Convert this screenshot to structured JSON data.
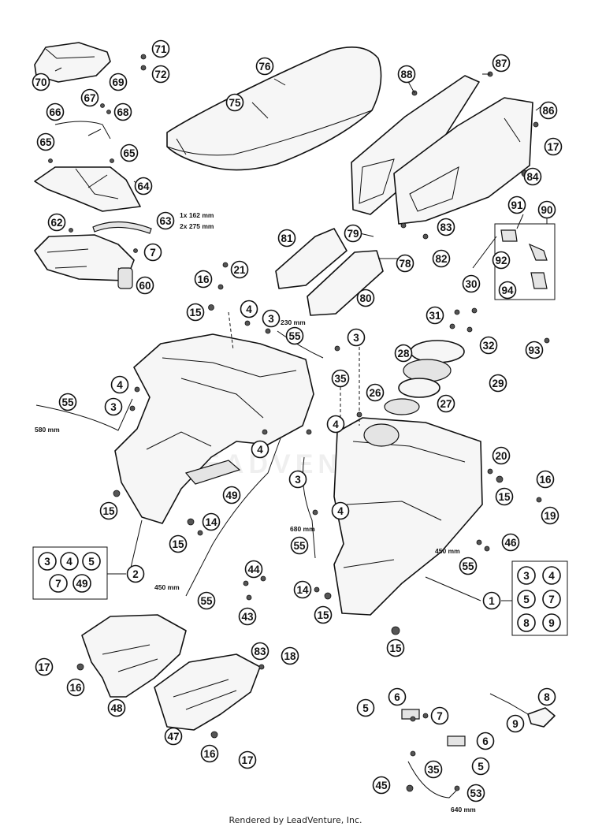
{
  "footer": {
    "credit": "Rendered by LeadVenture, Inc."
  },
  "watermark": "LEADVENTURE",
  "callouts": [
    {
      "id": "c71",
      "label": "71"
    },
    {
      "id": "c72",
      "label": "72"
    },
    {
      "id": "c70",
      "label": "70"
    },
    {
      "id": "c69",
      "label": "69"
    },
    {
      "id": "c67",
      "label": "67"
    },
    {
      "id": "c68",
      "label": "68"
    },
    {
      "id": "c66",
      "label": "66"
    },
    {
      "id": "c76",
      "label": "76"
    },
    {
      "id": "c75",
      "label": "75"
    },
    {
      "id": "c88",
      "label": "88"
    },
    {
      "id": "c87",
      "label": "87"
    },
    {
      "id": "c86",
      "label": "86"
    },
    {
      "id": "c17a",
      "label": "17"
    },
    {
      "id": "c65a",
      "label": "65"
    },
    {
      "id": "c65b",
      "label": "65"
    },
    {
      "id": "c64",
      "label": "64"
    },
    {
      "id": "c84",
      "label": "84"
    },
    {
      "id": "c63",
      "label": "63"
    },
    {
      "id": "c62",
      "label": "62"
    },
    {
      "id": "c7a",
      "label": "7"
    },
    {
      "id": "c60",
      "label": "60"
    },
    {
      "id": "c81",
      "label": "81"
    },
    {
      "id": "c79",
      "label": "79"
    },
    {
      "id": "c83",
      "label": "83"
    },
    {
      "id": "c82",
      "label": "82"
    },
    {
      "id": "c78",
      "label": "78"
    },
    {
      "id": "c91",
      "label": "91"
    },
    {
      "id": "c90",
      "label": "90"
    },
    {
      "id": "c92",
      "label": "92"
    },
    {
      "id": "c94",
      "label": "94"
    },
    {
      "id": "c21",
      "label": "21"
    },
    {
      "id": "c16a",
      "label": "16"
    },
    {
      "id": "c80",
      "label": "80"
    },
    {
      "id": "c30",
      "label": "30"
    },
    {
      "id": "c15a",
      "label": "15"
    },
    {
      "id": "c4a",
      "label": "4"
    },
    {
      "id": "c3a",
      "label": "3"
    },
    {
      "id": "c55a",
      "label": "55"
    },
    {
      "id": "c3b",
      "label": "3"
    },
    {
      "id": "c31",
      "label": "31"
    },
    {
      "id": "c32",
      "label": "32"
    },
    {
      "id": "c93",
      "label": "93"
    },
    {
      "id": "c35a",
      "label": "35"
    },
    {
      "id": "c28",
      "label": "28"
    },
    {
      "id": "c29",
      "label": "29"
    },
    {
      "id": "c4b",
      "label": "4"
    },
    {
      "id": "c55b",
      "label": "55"
    },
    {
      "id": "c3c",
      "label": "3"
    },
    {
      "id": "c26",
      "label": "26"
    },
    {
      "id": "c27",
      "label": "27"
    },
    {
      "id": "c4c",
      "label": "4"
    },
    {
      "id": "c4d",
      "label": "4"
    },
    {
      "id": "c20",
      "label": "20"
    },
    {
      "id": "c16b",
      "label": "16"
    },
    {
      "id": "c15b",
      "label": "15"
    },
    {
      "id": "c3d",
      "label": "3"
    },
    {
      "id": "c15c",
      "label": "15"
    },
    {
      "id": "c49a",
      "label": "49"
    },
    {
      "id": "c4e",
      "label": "4"
    },
    {
      "id": "c19",
      "label": "19"
    },
    {
      "id": "c14a",
      "label": "14"
    },
    {
      "id": "c15d",
      "label": "15"
    },
    {
      "id": "c55c",
      "label": "55"
    },
    {
      "id": "c46",
      "label": "46"
    },
    {
      "id": "c2",
      "label": "2"
    },
    {
      "id": "c55d",
      "label": "55"
    },
    {
      "id": "c44",
      "label": "44"
    },
    {
      "id": "c14b",
      "label": "14"
    },
    {
      "id": "c15e",
      "label": "15"
    },
    {
      "id": "c1",
      "label": "1"
    },
    {
      "id": "c43",
      "label": "43"
    },
    {
      "id": "c55e",
      "label": "55"
    },
    {
      "id": "c15f",
      "label": "15"
    },
    {
      "id": "c83b",
      "label": "83"
    },
    {
      "id": "c18",
      "label": "18"
    },
    {
      "id": "c17b",
      "label": "17"
    },
    {
      "id": "c16c",
      "label": "16"
    },
    {
      "id": "c48",
      "label": "48"
    },
    {
      "id": "c6a",
      "label": "6"
    },
    {
      "id": "c8",
      "label": "8"
    },
    {
      "id": "c5a",
      "label": "5"
    },
    {
      "id": "c7b",
      "label": "7"
    },
    {
      "id": "c9",
      "label": "9"
    },
    {
      "id": "c47",
      "label": "47"
    },
    {
      "id": "c16d",
      "label": "16"
    },
    {
      "id": "c17c",
      "label": "17"
    },
    {
      "id": "c6b",
      "label": "6"
    },
    {
      "id": "c5b",
      "label": "5"
    },
    {
      "id": "c35b",
      "label": "35"
    },
    {
      "id": "c45",
      "label": "45"
    },
    {
      "id": "c53",
      "label": "53"
    }
  ],
  "kits": [
    {
      "id": "kit2",
      "labels": [
        "3",
        "4",
        "5",
        "7",
        "49"
      ]
    },
    {
      "id": "kit1",
      "labels": [
        "3",
        "4",
        "5",
        "7",
        "8",
        "9"
      ]
    }
  ],
  "dimensions": [
    {
      "id": "d63a",
      "text": "1x 162 mm"
    },
    {
      "id": "d63b",
      "text": "2x 275 mm"
    },
    {
      "id": "d230",
      "text": "230 mm"
    },
    {
      "id": "d580",
      "text": "580 mm"
    },
    {
      "id": "d680",
      "text": "680 mm"
    },
    {
      "id": "d450a",
      "text": "450 mm"
    },
    {
      "id": "d450b",
      "text": "450 mm"
    },
    {
      "id": "d640",
      "text": "640 mm"
    }
  ]
}
